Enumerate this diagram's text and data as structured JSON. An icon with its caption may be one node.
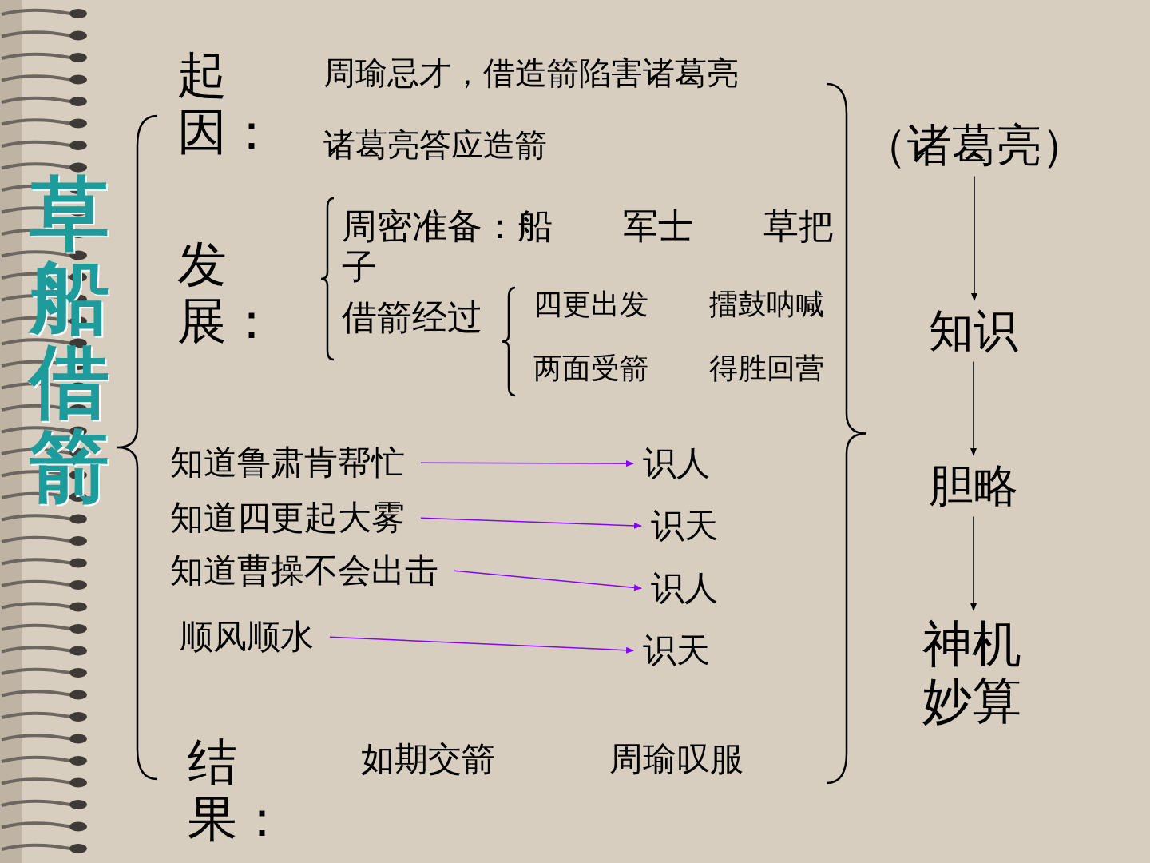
{
  "diagram": {
    "title": "草船借箭",
    "nodes": [
      {
        "text": [
          "起因："
        ]
      },
      {
        "text": [
          "周瑜忌才，借造箭陷害诸葛亮"
        ]
      },
      {
        "text": [
          "诸葛亮答应造箭"
        ]
      },
      {
        "text": [
          "发展："
        ]
      },
      {
        "text": [
          "周密准备：船　　军士　　草把子"
        ]
      },
      {
        "text": [
          "借箭经过"
        ]
      },
      {
        "text": [
          "四更出发"
        ]
      },
      {
        "text": [
          "擂鼓呐喊"
        ]
      },
      {
        "text": [
          "两面受箭"
        ]
      },
      {
        "text": [
          "得胜回营"
        ]
      },
      {
        "text": [
          "知道鲁肃肯帮忙"
        ]
      },
      {
        "text": [
          "识人"
        ]
      },
      {
        "text": [
          "知道四更起大雾"
        ]
      },
      {
        "text": [
          "识天"
        ]
      },
      {
        "text": [
          "知道曹操不会出击"
        ]
      },
      {
        "text": [
          "识人"
        ]
      },
      {
        "text": [
          "顺风顺水"
        ]
      },
      {
        "text": [
          "识天"
        ]
      },
      {
        "text": [
          "结果："
        ]
      },
      {
        "text": [
          "如期交箭"
        ]
      },
      {
        "text": [
          "周瑜叹服"
        ]
      },
      {
        "text": [
          "（诸葛亮）"
        ]
      },
      {
        "text": [
          "知识"
        ]
      },
      {
        "text": [
          "胆略"
        ]
      },
      {
        "text": [
          "神机妙算"
        ]
      }
    ],
    "edges": [
      {
        "from": 10,
        "to": 11,
        "arrow": "to"
      },
      {
        "from": 12,
        "to": 13,
        "arrow": "to"
      },
      {
        "from": 14,
        "to": 15,
        "arrow": "to"
      },
      {
        "from": 16,
        "to": 17,
        "arrow": "to"
      },
      {
        "from": 21,
        "to": 22,
        "arrow": "to",
        "color": "#000000"
      },
      {
        "from": 22,
        "to": 23,
        "arrow": "to",
        "color": "#000000"
      },
      {
        "from": 23,
        "to": 24,
        "arrow": "to",
        "color": "#000000"
      }
    ]
  }
}
